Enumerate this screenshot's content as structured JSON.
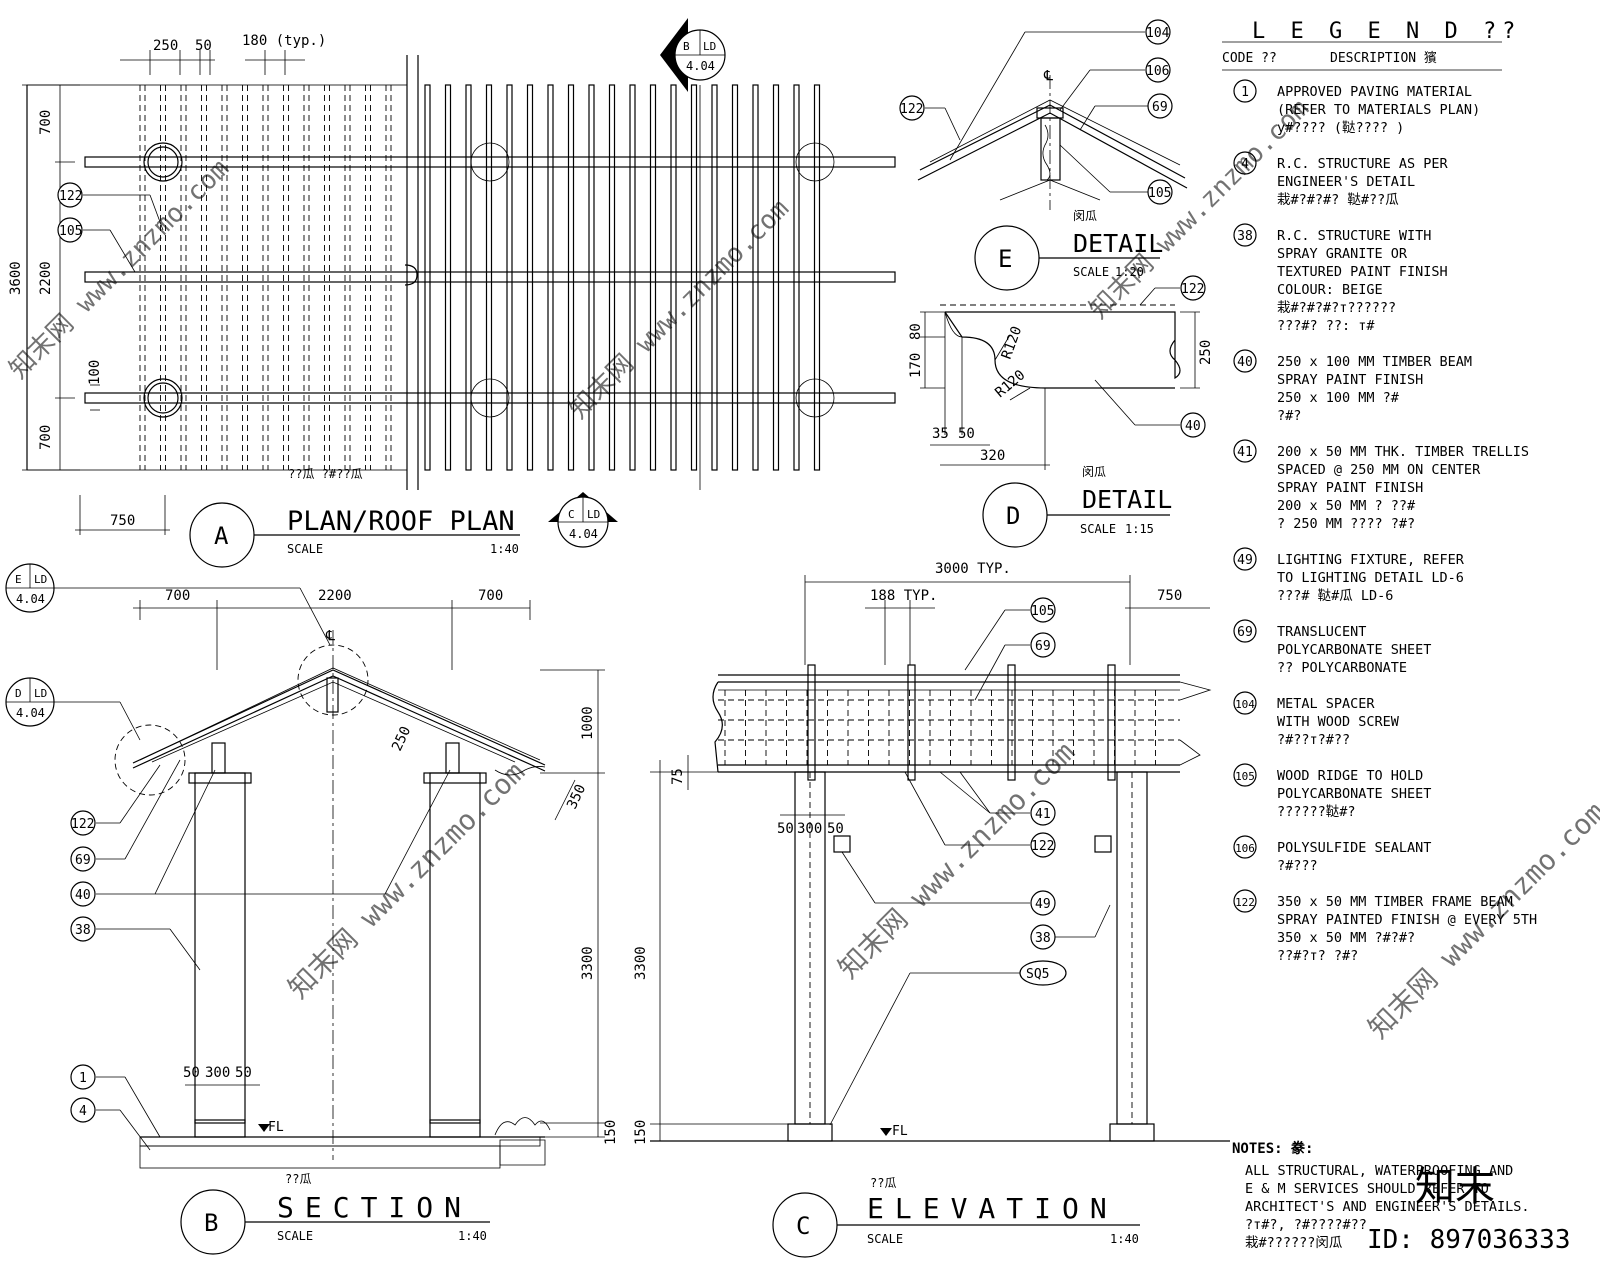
{
  "plan": {
    "title": "PLAN/ROOF PLAN",
    "title_cn": "??瓜 ?#??瓜",
    "scale_label": "SCALE",
    "scale": "1:40",
    "view_letter": "A",
    "dims": {
      "d250": "250",
      "d50": "50",
      "d180": "180 (typ.)",
      "d700a": "700",
      "d2200": "2200",
      "d700b": "700",
      "d3600": "3600",
      "d100": "100",
      "d750": "750"
    },
    "tags": {
      "t122": "122",
      "t105": "105"
    },
    "markers": {
      "top": {
        "letter": "B",
        "sheet": "LD",
        "num": "4.04"
      },
      "bottom": {
        "letter": "C",
        "sheet": "LD",
        "num": "4.04"
      }
    }
  },
  "detail_e": {
    "title": "DETAIL",
    "title_cn": "闵瓜",
    "scale_label": "SCALE",
    "scale": "1:20",
    "letter": "E",
    "cl": "℄",
    "tags": {
      "t104": "104",
      "t106": "106",
      "t69": "69",
      "t122": "122",
      "t105": "105"
    }
  },
  "detail_d": {
    "title": "DETAIL",
    "title_cn": "闵瓜",
    "scale_label": "SCALE",
    "scale": "1:15",
    "letter": "D",
    "dims": {
      "d80": "80",
      "d170": "170",
      "d250": "250",
      "d35": "35",
      "d50": "50",
      "d320": "320",
      "r1": "R120",
      "r2": "R120"
    },
    "tags": {
      "t122": "122",
      "t40": "40"
    }
  },
  "section": {
    "title": "SECTION",
    "title_cn": "??瓜",
    "scale_label": "SCALE",
    "scale": "1:40",
    "letter": "B",
    "cl": "℄",
    "fl": "FL",
    "dims": {
      "d700a": "700",
      "d2200": "2200",
      "d700b": "700",
      "d1000": "1000",
      "d350": "350",
      "d3300": "3300",
      "d150": "150",
      "d250": "250",
      "d50a": "50",
      "d300": "300",
      "d50b": "50"
    },
    "tags": {
      "t122": "122",
      "t69": "69",
      "t40": "40",
      "t38": "38",
      "t1": "1",
      "t4": "4"
    },
    "markers": {
      "e": {
        "letter": "E",
        "sheet": "LD",
        "num": "4.04"
      },
      "d": {
        "letter": "D",
        "sheet": "LD",
        "num": "4.04"
      }
    }
  },
  "elevation": {
    "title": "ELEVATION",
    "title_cn": "??瓜",
    "scale_label": "SCALE",
    "scale": "1:40",
    "letter": "C",
    "fl": "FL",
    "dims": {
      "d3000": "3000 TYP.",
      "d188": "188 TYP.",
      "d750": "750",
      "d75": "75",
      "d50a": "50",
      "d300": "300",
      "d50b": "50",
      "d3300": "3300",
      "d150": "150"
    },
    "tags": {
      "t105": "105",
      "t69": "69",
      "t41": "41",
      "t122": "122",
      "t49": "49",
      "t38": "38",
      "sq5": "SQ5"
    }
  },
  "legend": {
    "title": "L E G E N D ??",
    "code_header": "CODE ??",
    "desc_header": "DESCRIPTION 獱",
    "items": [
      {
        "code": "1",
        "lines": [
          "APPROVED PAVING MATERIAL",
          "(REFER TO MATERIALS PLAN)",
          "y#????      (鞑????    )"
        ]
      },
      {
        "code": "4",
        "lines": [
          "R.C. STRUCTURE AS PER",
          "ENGINEER'S DETAIL",
          "栽#?#?#?       鞑#??瓜"
        ]
      },
      {
        "code": "38",
        "lines": [
          "R.C. STRUCTURE WITH",
          "SPRAY GRANITE OR",
          "TEXTURED PAINT FINISH",
          "COLOUR: BEIGE",
          "栽#?#?#?т??????",
          "???#?  ??:  т#"
        ]
      },
      {
        "code": "40",
        "lines": [
          "250 x 100 MM TIMBER BEAM",
          "SPRAY PAINT FINISH",
          "250 x 100 MM  ?#",
          "?#?"
        ]
      },
      {
        "code": "41",
        "lines": [
          "200 x 50 MM THK. TIMBER TRELLIS",
          "SPACED @ 250 MM ON CENTER",
          "SPRAY PAINT FINISH",
          "200 x 50 MM  ? ??#",
          "? 250 MM ????  ?#?"
        ]
      },
      {
        "code": "49",
        "lines": [
          "LIGHTING FIXTURE, REFER",
          "TO LIGHTING DETAIL LD-6",
          "???#        鞑#瓜        LD-6"
        ]
      },
      {
        "code": "69",
        "lines": [
          "TRANSLUCENT",
          "POLYCARBONATE SHEET",
          "??      POLYCARBONATE"
        ]
      },
      {
        "code": "104",
        "lines": [
          "METAL SPACER",
          "WITH WOOD SCREW",
          "?#??т?#??"
        ]
      },
      {
        "code": "105",
        "lines": [
          "WOOD RIDGE TO HOLD",
          "POLYCARBONATE SHEET",
          "??????鞑#?"
        ]
      },
      {
        "code": "106",
        "lines": [
          "POLYSULFIDE SEALANT",
          "?#???"
        ]
      },
      {
        "code": "122",
        "lines": [
          "350 x 50 MM TIMBER FRAME BEAM",
          "SPRAY PAINTED FINISH @ EVERY 5TH",
          "350 x 50 MM  ?#?#?",
          "??#?т?  ?#?"
        ]
      }
    ]
  },
  "notes": {
    "title": "NOTES: 豢:",
    "lines": [
      "ALL STRUCTURAL, WATERPROOFING AND",
      "E & M SERVICES SHOULD REFER TO",
      "ARCHITECT'S AND ENGINEER'S DETAILS.",
      "?т#?, ?#????#??",
      "栽#??????闵瓜"
    ]
  },
  "watermark": {
    "brand": "知末网 www.znzmo.com",
    "logo": "知末",
    "id": "ID: 897036333"
  }
}
